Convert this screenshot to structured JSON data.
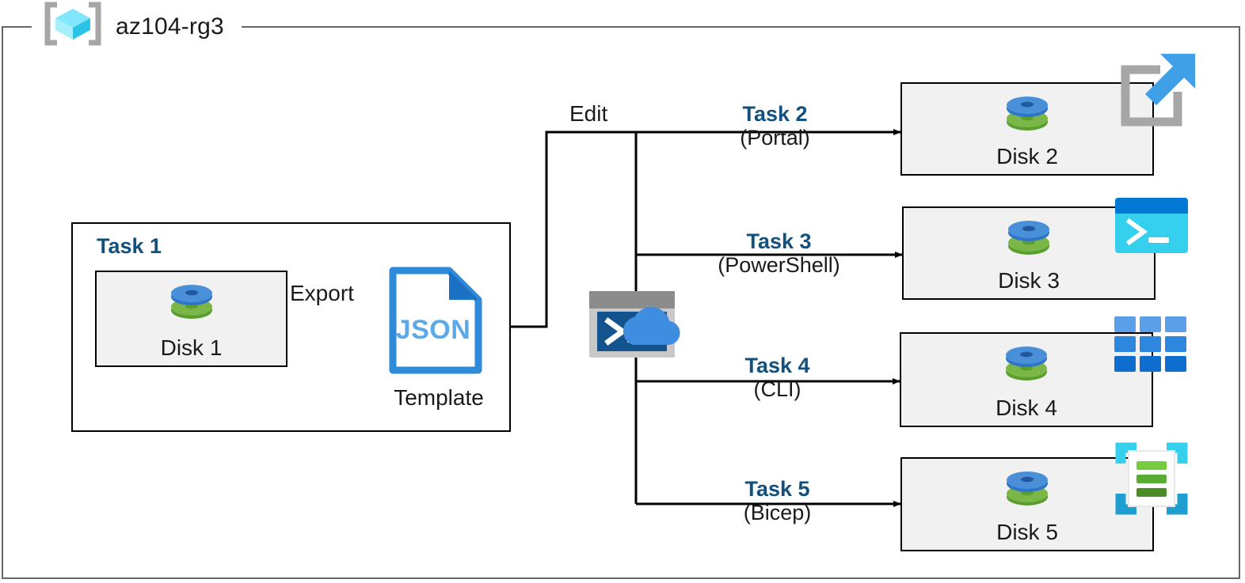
{
  "resource_group": {
    "name": "az104-rg3",
    "icon": "resource-group-cube-icon"
  },
  "task1": {
    "title": "Task 1",
    "source_disk": {
      "label": "Disk 1",
      "icon": "managed-disk-icon"
    },
    "export_label": "Export",
    "template": {
      "file_type": "JSON",
      "caption": "Template",
      "icon": "json-file-icon"
    }
  },
  "edit_label": "Edit",
  "cloud_shell": {
    "icon": "cloud-shell-icon"
  },
  "branches": [
    {
      "name": "Task 2",
      "method": "(Portal)",
      "target": {
        "label": "Disk 2",
        "icon": "managed-disk-icon"
      },
      "tool_icon": "azure-portal-icon"
    },
    {
      "name": "Task 3",
      "method": "(PowerShell)",
      "target": {
        "label": "Disk 3",
        "icon": "managed-disk-icon"
      },
      "tool_icon": "powershell-icon"
    },
    {
      "name": "Task 4",
      "method": "(CLI)",
      "target": {
        "label": "Disk 4",
        "icon": "azure-cli-icon"
      },
      "tool_icon": "azure-cli-icon"
    },
    {
      "name": "Task 5",
      "method": "(Bicep)",
      "target": {
        "label": "Disk 5",
        "icon": "managed-disk-icon"
      },
      "tool_icon": "bicep-icon"
    }
  ],
  "colors": {
    "accent_blue": "#12507e",
    "border_gray": "#666666",
    "box_fill": "#f1f1f1",
    "disk_blue": "#3d85c6",
    "disk_green": "#7ab648",
    "json_blue": "#2e8bda",
    "cyan": "#31c8f0"
  }
}
